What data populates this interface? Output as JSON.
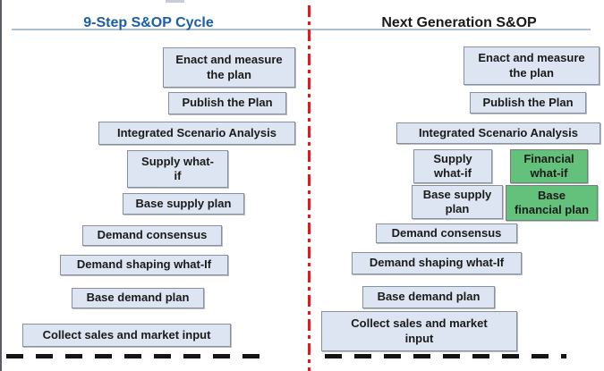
{
  "colors": {
    "step_box_fill": "#dee5f2",
    "step_box_border": "#87909b",
    "highlight_green_fill": "#63c17b",
    "divider_red": "#e01b1b",
    "left_title_blue": "#1b5ea6",
    "header_rule_blue": "#abc0d3",
    "baseline_dash_black": "#141414"
  },
  "left_panel": {
    "title": "9-Step S&OP Cycle",
    "steps": [
      {
        "label": "Enact and measure\nthe plan"
      },
      {
        "label": "Publish the Plan"
      },
      {
        "label": "Integrated Scenario Analysis"
      },
      {
        "label": "Supply what-\nif"
      },
      {
        "label": "Base supply plan"
      },
      {
        "label": "Demand consensus"
      },
      {
        "label": "Demand shaping what-If"
      },
      {
        "label": "Base demand plan"
      },
      {
        "label": "Collect sales and market input"
      }
    ]
  },
  "right_panel": {
    "title": "Next Generation S&OP",
    "steps": [
      {
        "label": "Enact and measure\nthe plan",
        "highlight": false
      },
      {
        "label": "Publish the Plan",
        "highlight": false
      },
      {
        "label": "Integrated Scenario Analysis",
        "highlight": false
      },
      {
        "label": "Supply\nwhat-if",
        "highlight": false
      },
      {
        "label": "Financial\nwhat-if",
        "highlight": true
      },
      {
        "label": "Base supply\nplan",
        "highlight": false
      },
      {
        "label": "Base\nfinancial plan",
        "highlight": true
      },
      {
        "label": "Demand consensus",
        "highlight": false
      },
      {
        "label": "Demand shaping what-If",
        "highlight": false
      },
      {
        "label": "Base demand plan",
        "highlight": false
      },
      {
        "label": "Collect sales and market\ninput",
        "highlight": false
      }
    ]
  }
}
